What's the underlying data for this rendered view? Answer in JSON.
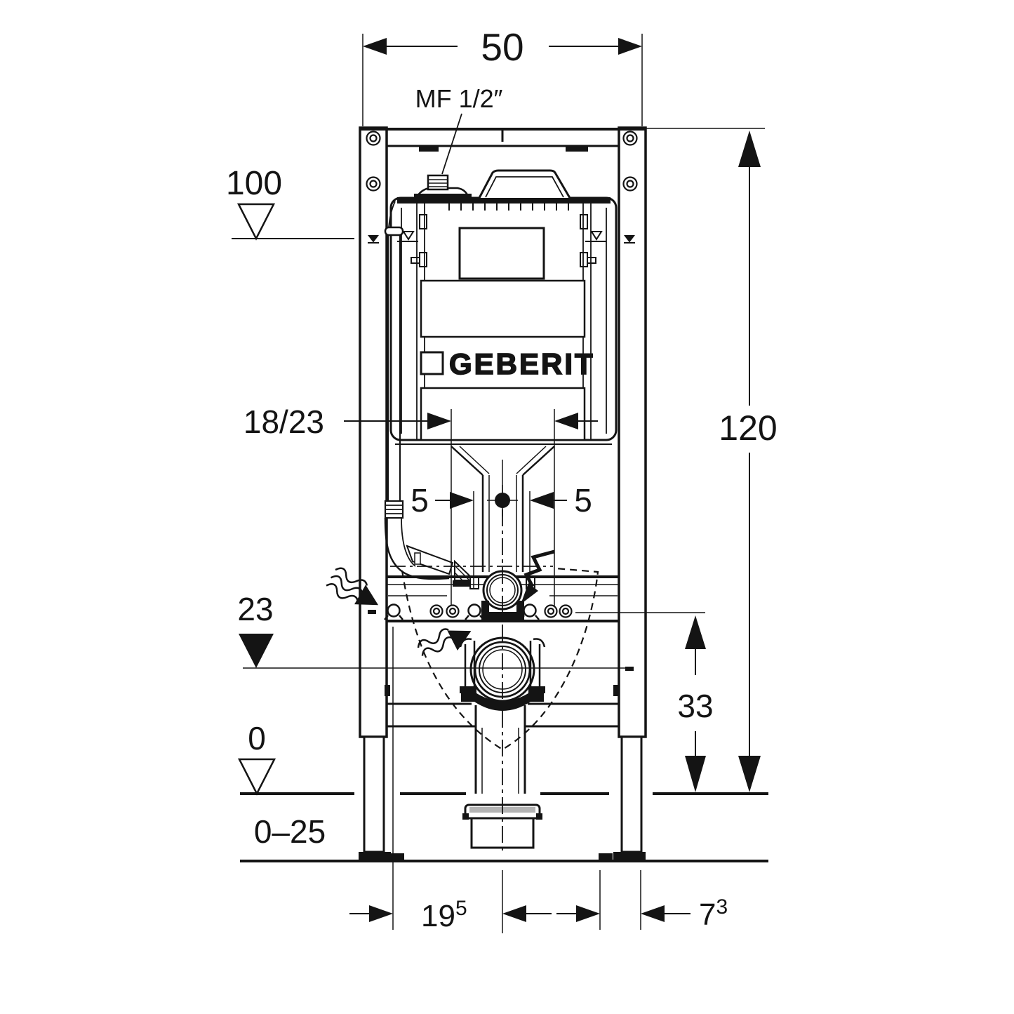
{
  "brand_logo": {
    "text": "GEBERIT"
  },
  "dimensions": {
    "width_top": "50",
    "height_total": "120",
    "fixing_height": "33",
    "outlet_depth": "18/23",
    "offset_left": "5",
    "offset_right": "5",
    "dist_left": {
      "base": "19",
      "sup": "5"
    },
    "dist_right": {
      "base": "7",
      "sup": "3"
    }
  },
  "levels": {
    "upper": "100",
    "outlet": "23",
    "floor": "0",
    "floor_buildup": "0–25"
  },
  "labels": {
    "water_connection": "MF 1/2″"
  },
  "colors": {
    "line": "#141414",
    "background": "#ffffff",
    "cap_shade": "#b4b4b4"
  }
}
